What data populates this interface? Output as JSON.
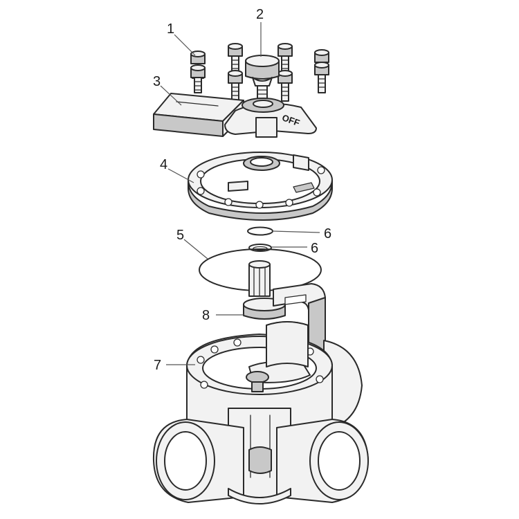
{
  "diagram": {
    "callouts": [
      {
        "id": "1",
        "label": "1"
      },
      {
        "id": "2",
        "label": "2"
      },
      {
        "id": "3",
        "label": "3"
      },
      {
        "id": "4",
        "label": "4"
      },
      {
        "id": "5",
        "label": "5"
      },
      {
        "id": "6a",
        "label": "6"
      },
      {
        "id": "6b",
        "label": "6"
      },
      {
        "id": "7",
        "label": "7"
      },
      {
        "id": "8",
        "label": "8"
      }
    ],
    "handle_text": "OFF",
    "colors": {
      "line": "#2a2a2a",
      "light_fill": "#f2f2f2",
      "mid_fill": "#c8c8c8",
      "dark_fill": "#8a8a8a"
    }
  }
}
